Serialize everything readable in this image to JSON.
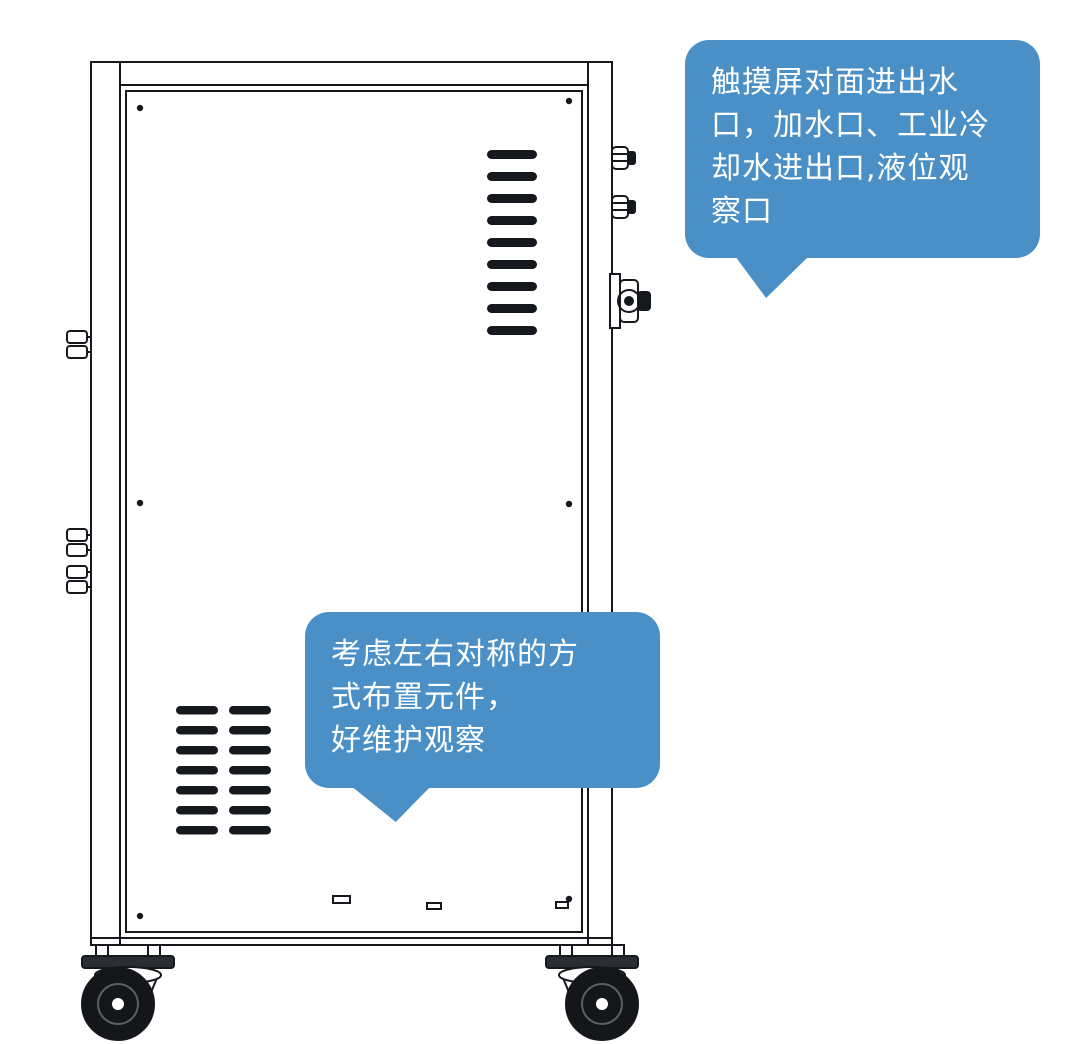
{
  "page": {
    "background_color": "#ffffff"
  },
  "diagram": {
    "type": "technical-line-drawing",
    "subject": "equipment cabinet side view with casters, vents, hinges and side fittings",
    "line_color": "#15181c",
    "parts": [
      "cabinet-frame",
      "door-panel",
      "panel-screws",
      "upper-vent-louvers",
      "lower-vent-louvers",
      "door-hinges",
      "side-fittings",
      "caster-left",
      "caster-right"
    ]
  },
  "callouts": {
    "water_ports": {
      "text": "触摸屏对面进出水\n口，加水口、工业冷\n却水进出口,液位观\n察口",
      "bg_color": "#4a90c7",
      "text_color": "#ffffff"
    },
    "symmetry": {
      "text": "考虑左右对称的方\n式布置元件，\n好维护观察",
      "bg_color": "#4a90c7",
      "text_color": "#ffffff"
    }
  }
}
